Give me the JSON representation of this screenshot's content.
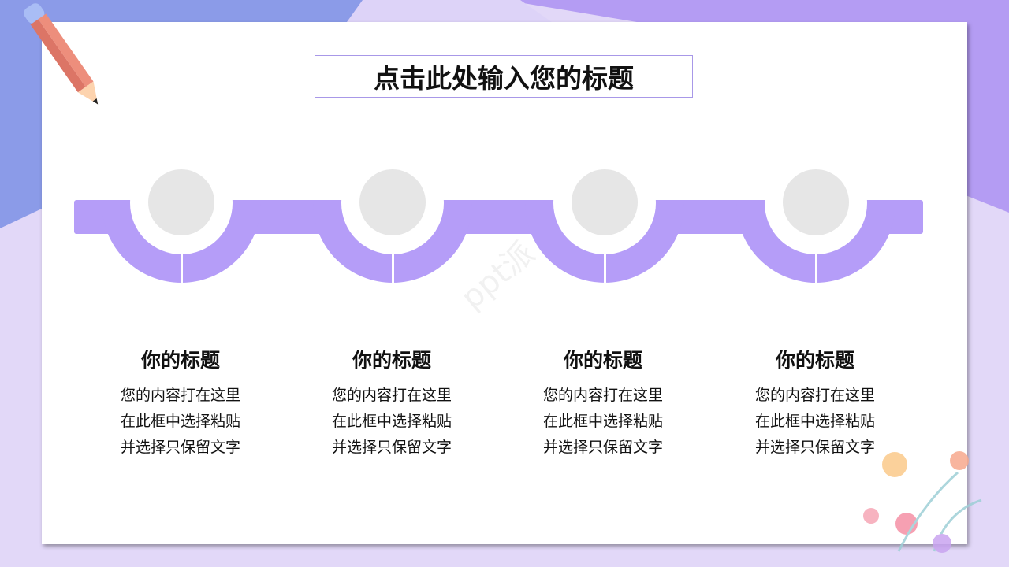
{
  "title": "点击此处输入您的标题",
  "colors": {
    "accent": "#b59df8",
    "circle": "#e6e6e6",
    "bg_left": "#8b9be8",
    "bg_right": "#b49cf3",
    "bg_bottom": "#e2d8f8"
  },
  "watermark": "ppt派",
  "items": [
    {
      "heading": "你的标题",
      "lines": [
        "您的内容打在这里",
        "在此框中选择粘贴",
        "并选择只保留文字"
      ]
    },
    {
      "heading": "你的标题",
      "lines": [
        "您的内容打在这里",
        "在此框中选择粘贴",
        "并选择只保留文字"
      ]
    },
    {
      "heading": "你的标题",
      "lines": [
        "您的内容打在这里",
        "在此框中选择粘贴",
        "并选择只保留文字"
      ]
    },
    {
      "heading": "你的标题",
      "lines": [
        "您的内容打在这里",
        "在此框中选择粘贴",
        "并选择只保留文字"
      ]
    }
  ]
}
